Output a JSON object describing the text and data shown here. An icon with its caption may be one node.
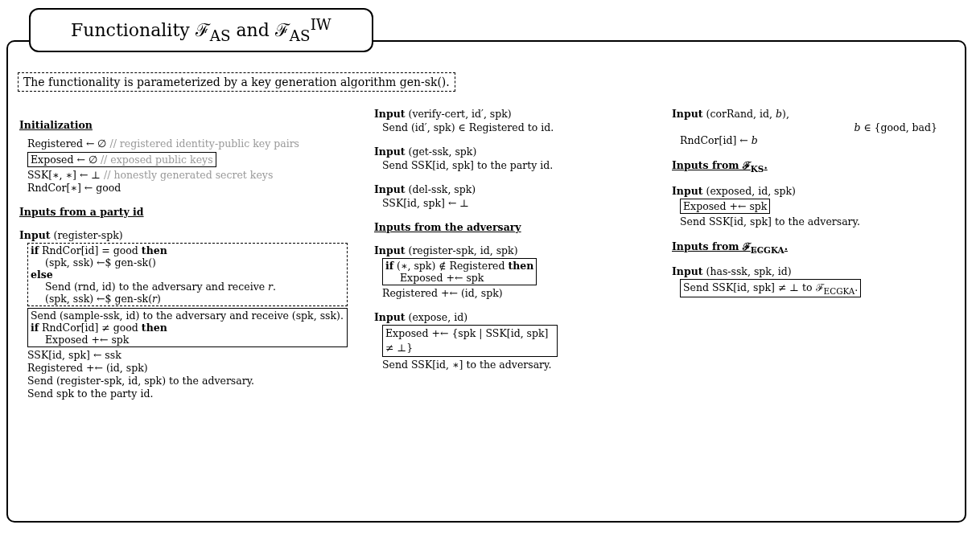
{
  "diagram": {
    "nodes": [
      {
        "text": [
          "Functionality ℱ$_{AS}$ and ℱ$_{AS}$$^{IW}$"
        ]
      },
      {
        "text": [
          "The functionality is parameterized by a key generation algorithm gen-sk()."
        ],
        "in": 0
      },
      {
        "text": [
          "Exposed ← ∅",
          "// exposed public keys"
        ],
        "in": 0
      },
      {
        "text": [
          "**if** RndCor[id] = good **then**",
          "(spk, ssk) ←$ gen-sk()",
          "**else**",
          "Send (rnd, id) to the adversary and receive *r*.",
          "(spk, ssk) ←$ gen-sk(*r*)"
        ],
        "in": 0
      },
      {
        "text": [
          "Send (sample-ssk, id) to the adversary and receive (spk, ssk).",
          "**if** RndCor[id] ≠ good **then**",
          "Exposed +← spk"
        ],
        "in": 0
      },
      {
        "text": [
          "**if** (∗, spk) ∉ Registered **then**",
          "Exposed +← spk"
        ],
        "in": 0
      },
      {
        "text": [
          "Exposed +← {spk | SSK[id, spk] ≠ ⊥}"
        ],
        "in": 0
      },
      {
        "text": [
          "Exposed +← spk"
        ],
        "in": 0
      },
      {
        "text": [
          "Send SSK[id, spk] ≠ ⊥ to ℱ$_{ECGKA}$."
        ],
        "in": 0
      }
    ],
    "edges": [],
    "labels": [
      "Initialization",
      "Registered ← ∅",
      "// registered identity-public key pairs",
      "SSK[∗, ∗] ← ⊥",
      "// honestly generated secret keys",
      "RndCor[∗] ← good",
      "Inputs from a party id",
      "**Input** (register-spk)",
      "SSK[id, spk] ← ssk",
      "Registered +← (id, spk)",
      "Send (register-spk, id, spk) to the adversary.",
      "Send spk to the party id.",
      "**Input** (verify-cert, id′, spk)",
      "Send (id′, spk) ∈ Registered to id.",
      "**Input** (get-ssk, spk)",
      "Send SSK[id, spk] to the party id.",
      "**Input** (del-ssk, spk)",
      "SSK[id, spk] ← ⊥",
      "Inputs from the adversary",
      "**Input** (register-spk, id, spk)",
      "Registered +← (id, spk)",
      "**Input** (expose, id)",
      "Send SSK[id, ∗] to the adversary.",
      "**Input** (corRand, id, *b*),",
      "*b* ∈ {good, bad}",
      "RndCor[id] ← *b*",
      "Inputs from ℱ$_{KS}$.",
      "**Input** (exposed, id, spk)",
      "Send SSK[id, spk] to the adversary.",
      "Inputs from ℱ$_{ECGKA}$.",
      "**Input** (has-ssk, spk, id)"
    ]
  }
}
